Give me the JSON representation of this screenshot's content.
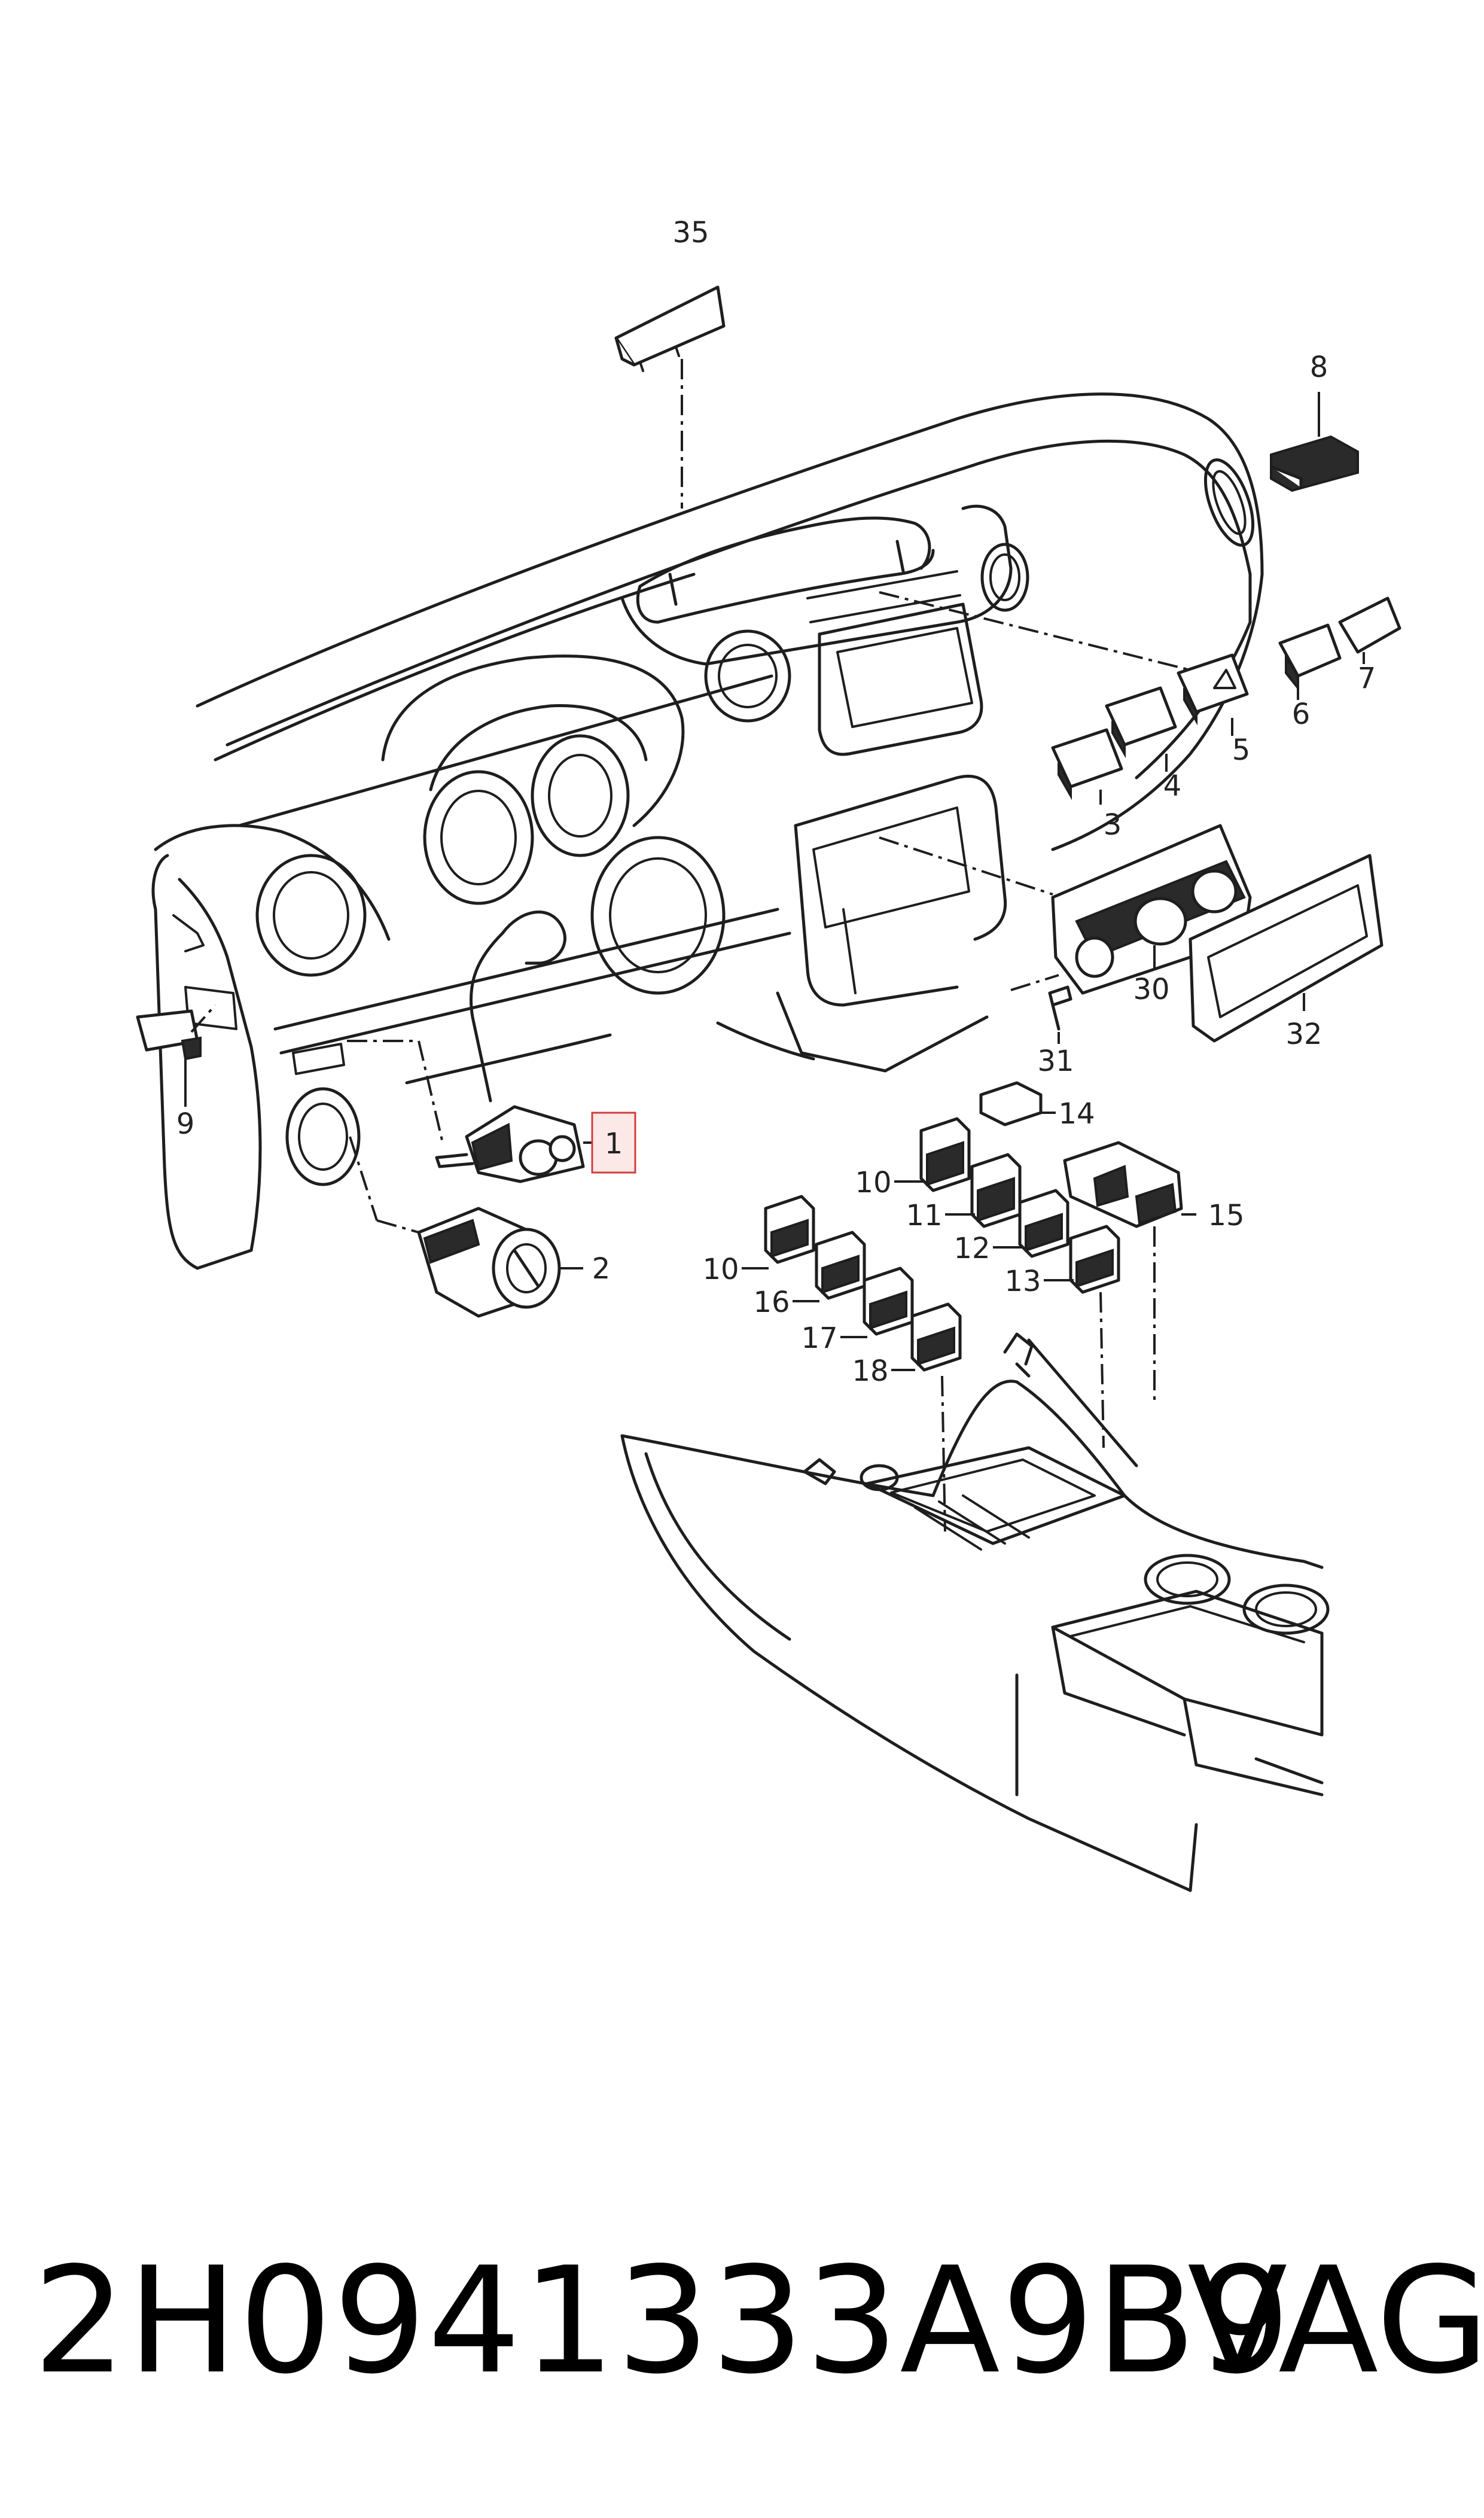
{
  "callouts": {
    "c35": "35",
    "c8": "8",
    "c7": "7",
    "c6": "6",
    "c5": "5",
    "c4": "4",
    "c3": "3",
    "c30": "30",
    "c31": "31",
    "c32": "32",
    "c9": "9",
    "c1": "1",
    "c2": "2",
    "c14": "14",
    "c10a": "10",
    "c11": "11",
    "c12": "12",
    "c13": "13",
    "c15": "15",
    "c10b": "10",
    "c16": "16",
    "c17": "17",
    "c18": "18"
  },
  "colors": {
    "line": "#1e1e1e",
    "highlight_fill": "#fde8e8",
    "highlight_stroke": "#d23c3c"
  },
  "footer": {
    "part_number": "2H0941333A9B9",
    "brand": "VAG"
  }
}
